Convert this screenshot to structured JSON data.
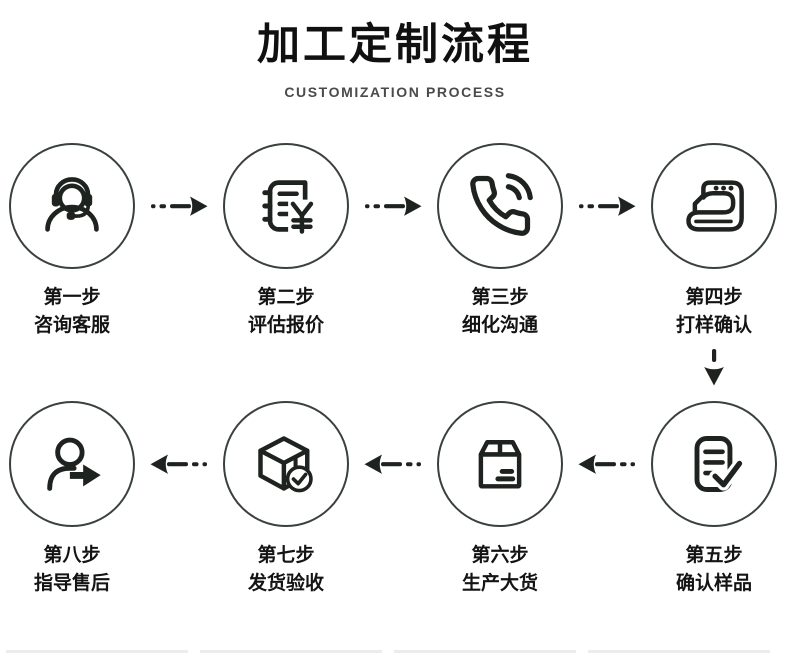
{
  "header": {
    "title": "加工定制流程",
    "subtitle": "CUSTOMIZATION PROCESS"
  },
  "steps": [
    {
      "step_no": "第一步",
      "label": "咨询客服",
      "icon": "customer-service-icon"
    },
    {
      "step_no": "第二步",
      "label": "评估报价",
      "icon": "quotation-notebook-icon"
    },
    {
      "step_no": "第三步",
      "label": "细化沟通",
      "icon": "phone-call-icon"
    },
    {
      "step_no": "第四步",
      "label": "打样确认",
      "icon": "sewing-machine-icon"
    },
    {
      "step_no": "第五步",
      "label": "确认样品",
      "icon": "sample-checklist-icon"
    },
    {
      "step_no": "第六步",
      "label": "生产大货",
      "icon": "carton-box-icon"
    },
    {
      "step_no": "第七步",
      "label": "发货验收",
      "icon": "package-check-icon"
    },
    {
      "step_no": "第八步",
      "label": "指导售后",
      "icon": "after-sales-person-icon"
    }
  ],
  "flow": {
    "row1_direction": "left-to-right",
    "row2_direction": "right-to-left",
    "connector_style": "dashed-line-with-solid-arrowhead"
  },
  "colors": {
    "ink": "#1e231f",
    "circle_stroke": "#39413a",
    "title_text": "#101010",
    "subtitle_text": "#4a4a4a",
    "background": "#ffffff"
  }
}
